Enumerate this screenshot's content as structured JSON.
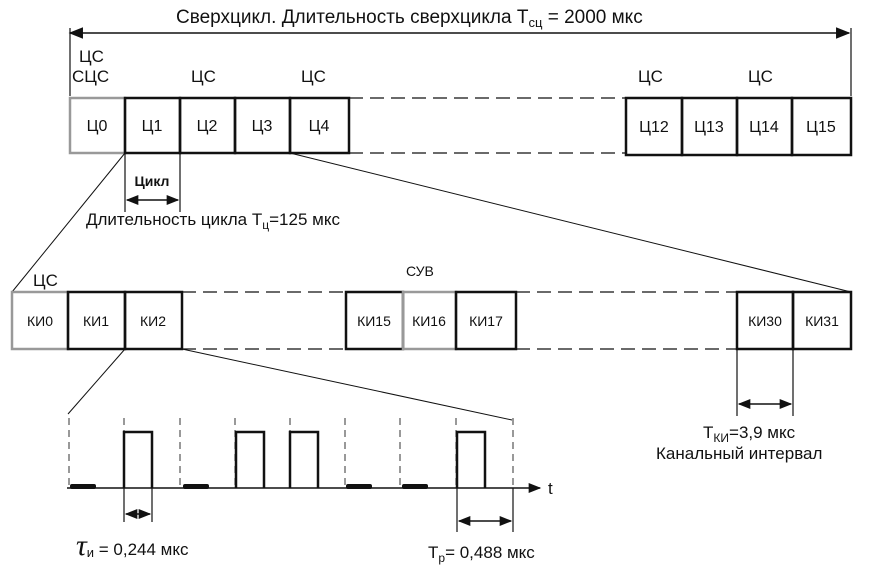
{
  "title": "Сверхцикл.  Длительность сверхцикла Т",
  "title_sub": "сц",
  "title_value": " = 2000 мкс",
  "row1": {
    "labels": {
      "c0_top": "ЦС",
      "c0_bot": "СЦС",
      "c2": "ЦС",
      "c4": "ЦС",
      "c12": "ЦС",
      "c14": "ЦС"
    },
    "cells_left": [
      "Ц0",
      "Ц1",
      "Ц2",
      "Ц3",
      "Ц4"
    ],
    "cells_right": [
      "Ц12",
      "Ц13",
      "Ц14",
      "Ц15"
    ],
    "cycle_label": "Цикл",
    "cycle_duration": "Длительность цикла Т",
    "cycle_duration_sub": "ц",
    "cycle_duration_value": "=125 мкс"
  },
  "row2": {
    "cs_label": "ЦС",
    "suv_label": "СУВ",
    "cells_a": [
      "КИ0",
      "КИ1",
      "КИ2"
    ],
    "cells_b": [
      "КИ15",
      "КИ16",
      "КИ17"
    ],
    "cells_c": [
      "КИ30",
      "КИ31"
    ],
    "tki": "Т",
    "tki_sub": "КИ",
    "tki_value": "=3,9 мкс",
    "channel_interval": "Канальный интервал"
  },
  "row3": {
    "time_axis": "t",
    "tau_symbol": "τ",
    "tau_sub": "и",
    "tau_value": " = 0,244 мкс",
    "tr": "Т",
    "tr_sub": "р",
    "tr_value": "= 0,488 мкс"
  }
}
